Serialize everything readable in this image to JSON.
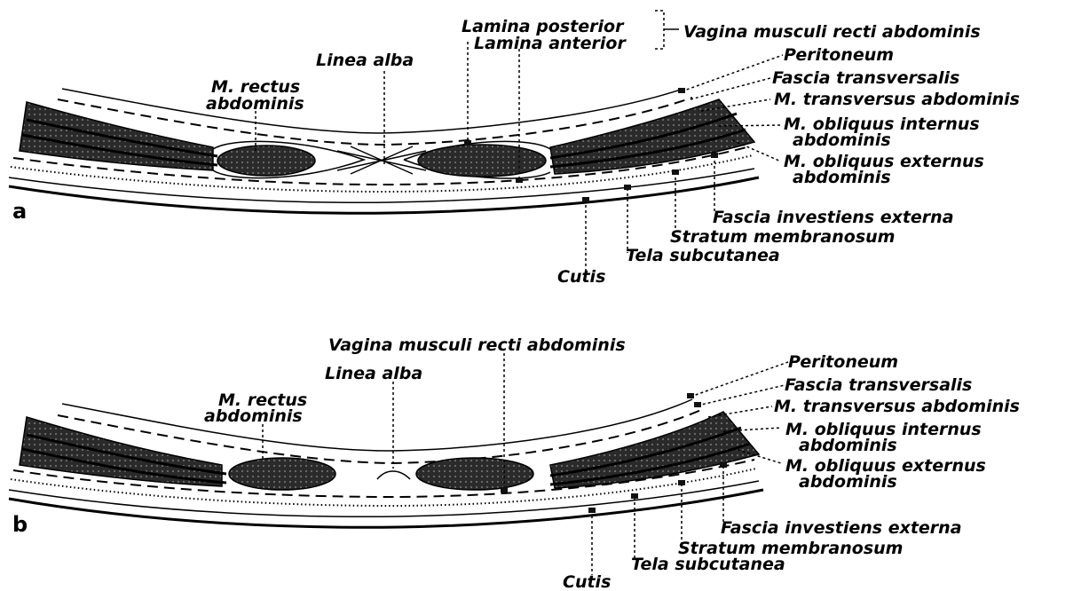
{
  "panel_a": {
    "letter": "a",
    "labels": {
      "lamina_posterior": "Lamina posterior",
      "lamina_anterior": "Lamina anterior",
      "vagina": "Vagina musculi recti abdominis",
      "linea_alba": "Linea alba",
      "m_rectus_1": "M. rectus",
      "m_rectus_2": "abdominis",
      "peritoneum": "Peritoneum",
      "fascia_transversalis": "Fascia transversalis",
      "m_transversus": "M. transversus abdominis",
      "m_obliquus_internus_1": "M. obliquus internus",
      "m_obliquus_internus_2": "abdominis",
      "m_obliquus_externus_1": "M. obliquus externus",
      "m_obliquus_externus_2": "abdominis",
      "fascia_investiens": "Fascia investiens externa",
      "stratum_membranosum": "Stratum membranosum",
      "tela_subcutanea": "Tela subcutanea",
      "cutis": "Cutis"
    }
  },
  "panel_b": {
    "letter": "b",
    "labels": {
      "vagina": "Vagina musculi recti abdominis",
      "linea_alba": "Linea alba",
      "m_rectus_1": "M. rectus",
      "m_rectus_2": "abdominis",
      "peritoneum": "Peritoneum",
      "fascia_transversalis": "Fascia transversalis",
      "m_transversus": "M. transversus abdominis",
      "m_obliquus_internus_1": "M. obliquus internus",
      "m_obliquus_internus_2": "abdominis",
      "m_obliquus_externus_1": "M. obliquus externus",
      "m_obliquus_externus_2": "abdominis",
      "fascia_investiens": "Fascia investiens externa",
      "stratum_membranosum": "Stratum membranosum",
      "tela_subcutanea": "Tela subcutanea",
      "cutis": "Cutis"
    }
  }
}
